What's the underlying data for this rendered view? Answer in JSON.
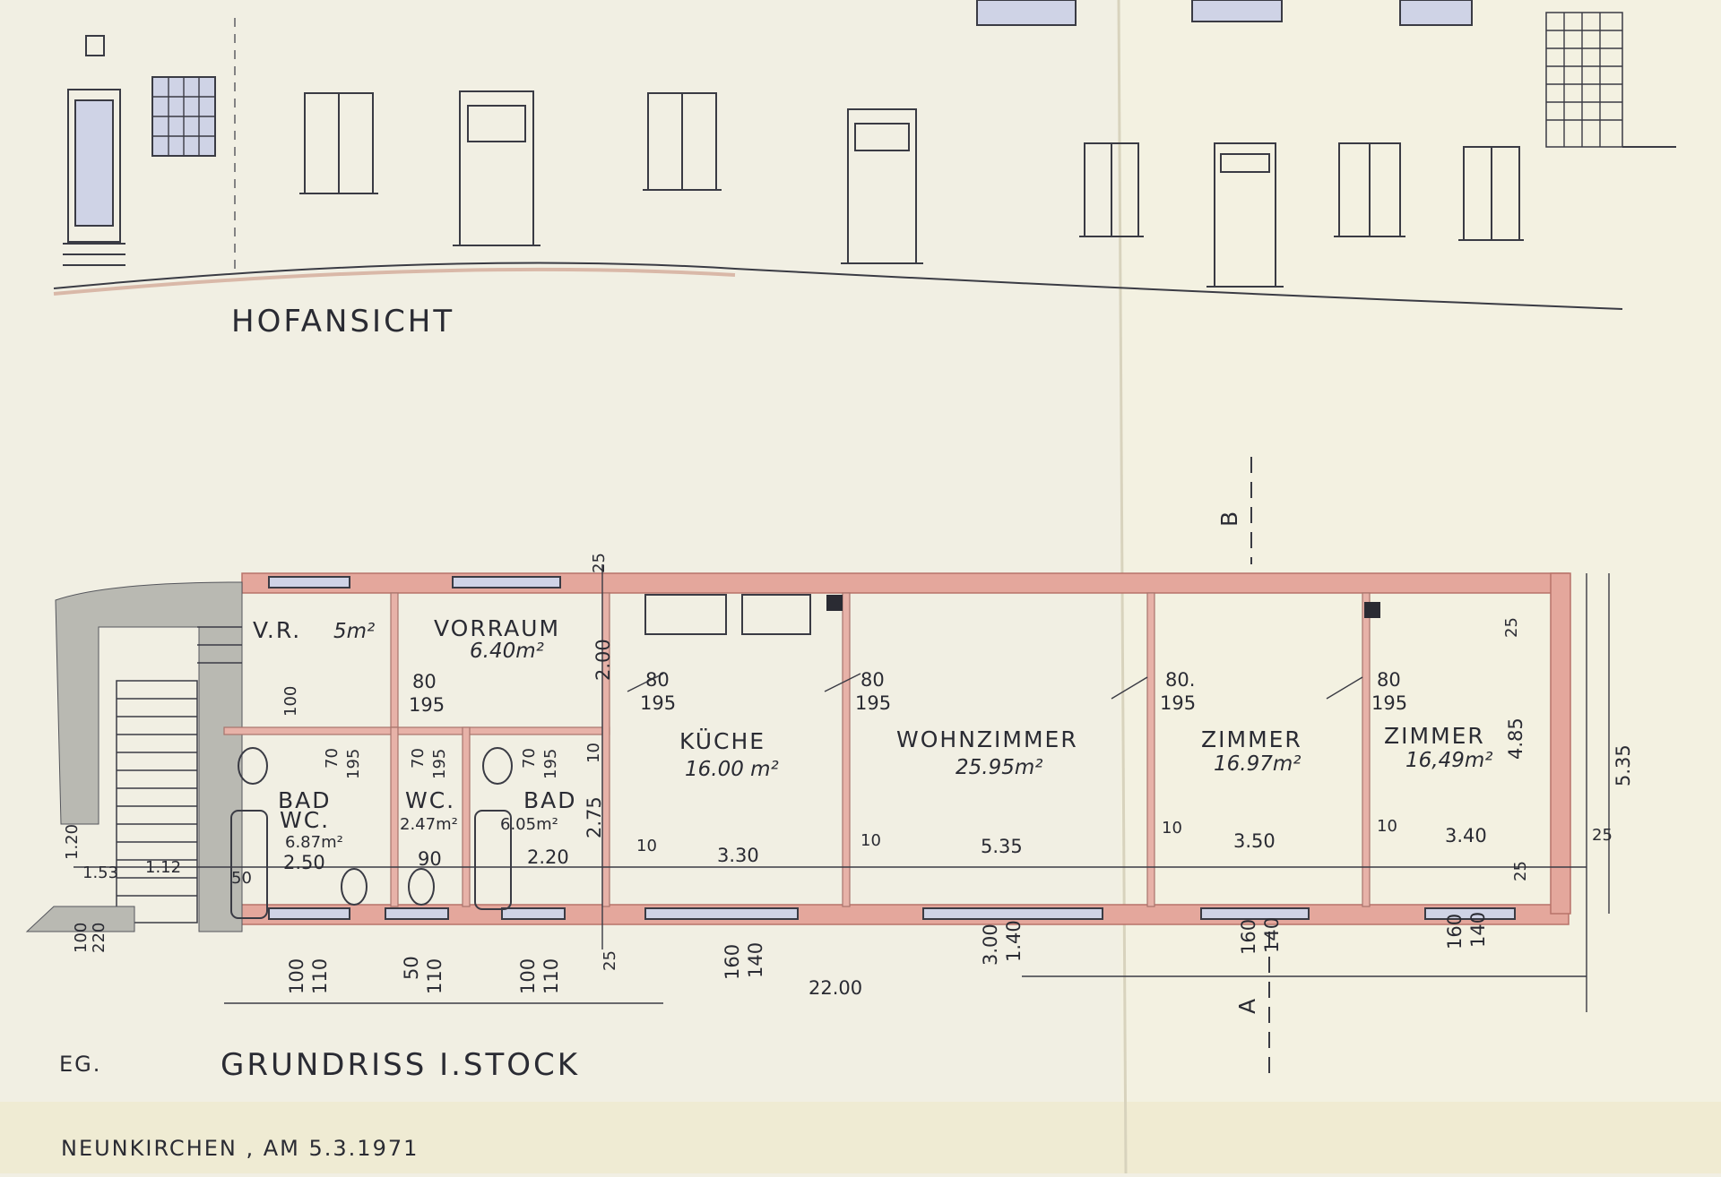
{
  "elevation": {
    "title": "HOFANSICHT"
  },
  "plan": {
    "title": "GRUNDRISS I.STOCK",
    "floor_marker": "EG.",
    "section_a": "A",
    "section_b": "B",
    "rooms": [
      {
        "name": "V.R.",
        "area": "5m²"
      },
      {
        "name": "VORRAUM",
        "area": "6.40m²"
      },
      {
        "name": "KÜCHE",
        "area": "16.00 m²"
      },
      {
        "name": "WOHNZIMMER",
        "area": "25.95m²"
      },
      {
        "name": "ZIMMER",
        "area": "16.97m²"
      },
      {
        "name": "ZIMMER",
        "area": "16,49m²"
      },
      {
        "name": "BAD",
        "sub": "WC.",
        "area": "6.87m²"
      },
      {
        "name": "WC.",
        "area": "2.47m²"
      },
      {
        "name": "BAD",
        "area": "6.05m²"
      }
    ],
    "door_dims": {
      "d80": "80",
      "d195": "195",
      "d80b": "80.",
      "d70": "70",
      "d100": "100"
    },
    "room_widths": [
      "2.50",
      "90",
      "2.20",
      "3.30",
      "5.35",
      "3.50",
      "3.40"
    ],
    "wall_dims": {
      "t10": "10",
      "t25": "25",
      "t50": "50",
      "h200": "2.00",
      "h275": "2.75",
      "h485": "4.85",
      "h535": "5.35"
    },
    "stair_dims": {
      "a": "1.53",
      "b": "1.12",
      "c": "1.20",
      "d": "100",
      "e": "220"
    },
    "window_dims": {
      "w100": "100",
      "w110": "110",
      "w50": "50",
      "w160": "160",
      "w140": "140",
      "w300": "3.00",
      "w140b": "1.40"
    },
    "total_length": "22.00"
  },
  "footer": {
    "place_date": "NEUNKIRCHEN , AM 5.3.1971"
  }
}
